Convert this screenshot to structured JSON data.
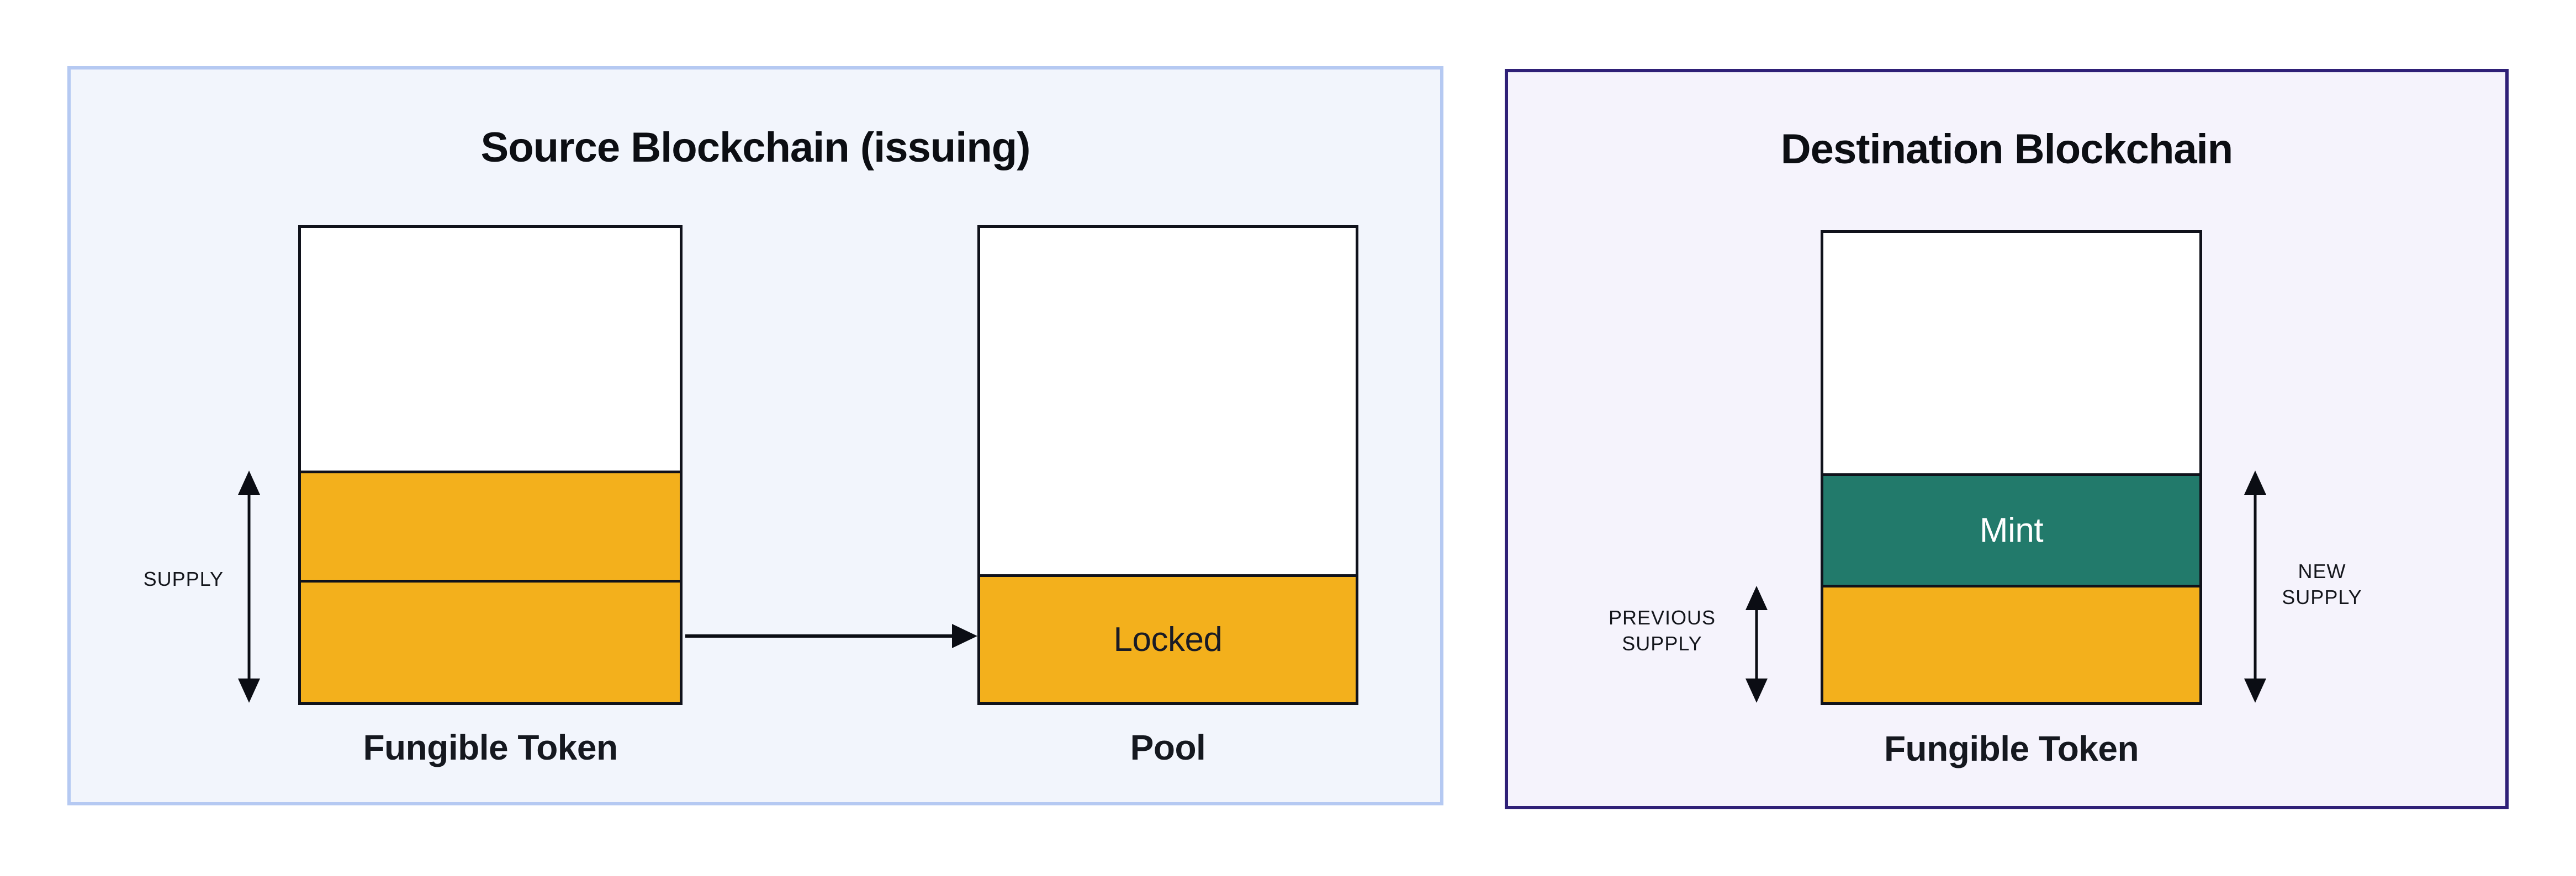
{
  "colors": {
    "page_bg": "#ffffff",
    "source_panel_bg": "#f2f5fc",
    "source_panel_border": "#b5c9f2",
    "dest_panel_bg": "#f5f3fc",
    "dest_panel_border": "#2f2077",
    "box_border": "#10121b",
    "token_yellow": "#f3b01c",
    "mint_teal": "#227a6b",
    "text_dark": "#14161f",
    "mint_text": "#ffffff"
  },
  "source_panel": {
    "title": "Source Blockchain (issuing)",
    "supply_label": "SUPPLY",
    "token_box": {
      "label": "Fungible Token"
    },
    "pool_box": {
      "label": "Pool",
      "locked_label": "Locked"
    }
  },
  "dest_panel": {
    "title": "Destination Blockchain",
    "token_box": {
      "label": "Fungible Token",
      "mint_label": "Mint"
    },
    "previous_supply_lines": [
      "PREVIOUS",
      "SUPPLY"
    ],
    "new_supply_lines": [
      "NEW",
      "SUPPLY"
    ]
  }
}
